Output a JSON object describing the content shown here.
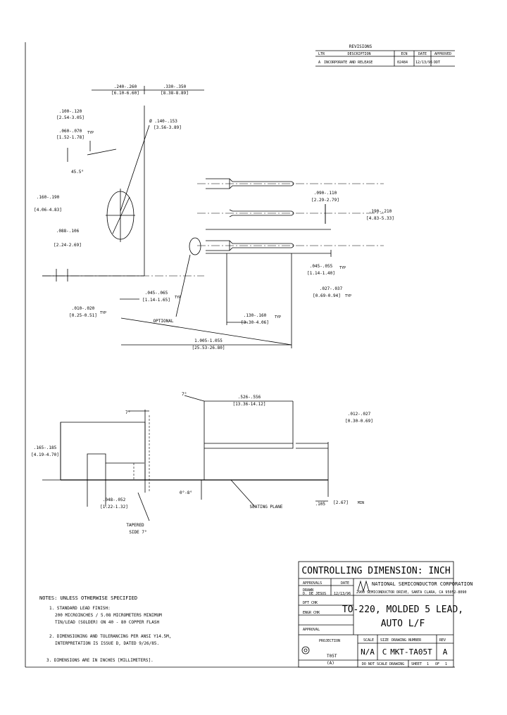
{
  "revisions": {
    "title": "REVISIONS",
    "col_ltr": "LTR",
    "col_description": "DESCRIPTION",
    "col_ecn": "ECN",
    "col_date": "DATE",
    "col_approved": "APPROVED",
    "row_ltr": "A",
    "row_description": "INCORPORATE AND RELEASE",
    "row_ecn": "02484",
    "row_date": "12/13/96",
    "row_approved": "DDT"
  },
  "dims_top": {
    "d1": ".240-.260",
    "d1m": "[6.10-6.60]",
    "d2": ".330-.350",
    "d2m": "[8.38-8.89]",
    "d3": ".100-.120",
    "d3m": "[2.54-3.05]",
    "d4": ".060-.070",
    "d4m": "[1.52-1.78]",
    "d4s": "TYP",
    "hole": "Ø .140-.153",
    "holem": "[3.56-3.89]",
    "angle": "45.5°",
    "d5": ".160-.190",
    "d5m": "[4.06-4.83]",
    "d6": ".088-.106",
    "d6m": "[2.24-2.69]",
    "d7": ".090-.110",
    "d7m": "[2.29-2.79]",
    "d8": ".190-.210",
    "d8m": "[4.83-5.33]",
    "d9": ".045-.055",
    "d9m": "[1.14-1.40]",
    "d9s": "TYP",
    "d10": ".027-.037",
    "d10m": "[0.69-0.94]",
    "d10s": "TYP",
    "d11": ".045-.065",
    "d11m": "[1.14-1.65]",
    "d11s": "TYP",
    "d12": ".010-.020",
    "d12m": "[0.25-0.51]",
    "d12s": "TYP",
    "optional": "OPTIONAL",
    "d13": ".130-.160",
    "d13m": "[3.30-4.06]",
    "d13s": "TYP",
    "d14": "1.005-1.055",
    "d14m": "[25.53-26.80]"
  },
  "dims_side": {
    "a1": "7°",
    "a2": "7°",
    "b1": ".526-.556",
    "b1m": "[13.36-14.12]",
    "b2": ".012-.027",
    "b2m": "[0.30-0.69]",
    "b3": ".165-.185",
    "b3m": "[4.19-4.70]",
    "b4": ".048-.052",
    "b4m": "[1.22-1.32]",
    "taper": "TAPERED",
    "taper2": "SIDE 7°",
    "b5": "0°-8°",
    "b6": "SEATING PLANE",
    "b7": ".105",
    "b7m": "[2.67]",
    "b7s": "MIN"
  },
  "notes": {
    "title": "NOTES: UNLESS OTHERWISE SPECIFIED",
    "n1a": "1. STANDARD LEAD FINISH:",
    "n1b": "200 MICROINCHES / 5.08 MICROMETERS MINIMUM",
    "n1c": "TIN/LEAD (SOLDER) ON 40 - 80 COPPER FLASH",
    "n2a": "2. DIMENSIONING AND TOLERANCING PER ANSI Y14.5M,",
    "n2b": "INTERPRETATION IS ISSUE D, DATED 9/26/85.",
    "n3": "3. DIMENSIONS ARE IN INCHES [MILLIMETERS]."
  },
  "title_block": {
    "dim_note": "CONTROLLING DIMENSION: INCH",
    "approvals": "APPROVALS",
    "date": "DATE",
    "company": "NATIONAL SEMICONDUCTOR CORPORATION",
    "company_sub": "2900 SEMICONDUCTOR DRIVE, SANTA CLARA, CA 95052-8090",
    "drawn_label": "DRAWN",
    "drawn": "D. DE JESUS",
    "drawn_date": "12/13/96",
    "dft_chk": "DFT CHK",
    "engr_chk": "ENGR CHK",
    "approval": "APPROVAL",
    "title_line1": "TO-220, MOLDED 5 LEAD,",
    "title_line2": "AUTO L/F",
    "projection": "PROJECTION",
    "scale_label": "SCALE",
    "scale": "N/A",
    "size_label": "SIZE",
    "dwg_label": "DRAWING NUMBER",
    "rev_label": "REV",
    "size": "C",
    "dwg": "MKT-TA05T",
    "rev": "A",
    "scan_note": "DO NOT SCALE DRAWING",
    "sheet": "SHEET",
    "sheet_no": "1",
    "of": "OF",
    "sheets": "1",
    "view1": "T05T",
    "view2": "(A)"
  }
}
